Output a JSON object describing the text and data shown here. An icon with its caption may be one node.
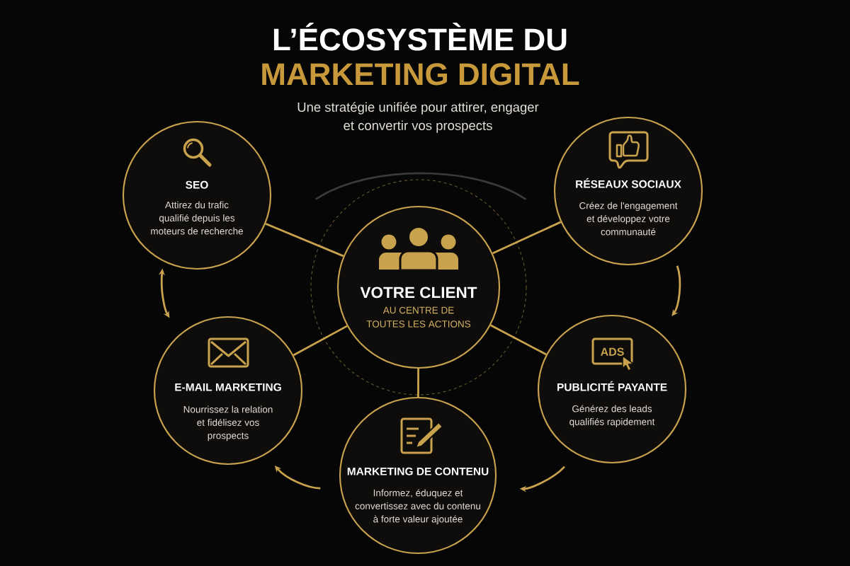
{
  "diagram": {
    "title": "L’ÉCOSYSTÈME DU MARKETING DIGITAL",
    "nodes": [
      {
        "text": [
          "SEO",
          "Attirez du trafic qualifié depuis les moteurs de recherche"
        ]
      },
      {
        "text": [
          "RÉSEAUX SOCIAUX",
          "Créez de l'engagement et développez votre communauté"
        ]
      },
      {
        "text": [
          "VOTRE CLIENT",
          "AU CENTRE DE TOUTES LES ACTIONS"
        ]
      },
      {
        "text": [
          "E-MAIL MARKETING",
          "Nourrissez la relation et fidélisez vos prospects"
        ]
      },
      {
        "text": [
          "ADS",
          "PUBLICITÉ PAYANTE",
          "Générez des leads qualifiés rapidement"
        ]
      },
      {
        "text": [
          "MARKETING DE CONTENU",
          "Informez, éduquez et convertissez avec du contenu à forte valeur ajoutée"
        ]
      }
    ],
    "edges": [
      {
        "from": 2,
        "to": 0,
        "arrow": "none"
      },
      {
        "from": 2,
        "to": 1,
        "arrow": "none"
      },
      {
        "from": 2,
        "to": 3,
        "arrow": "none"
      },
      {
        "from": 2,
        "to": 4,
        "arrow": "none"
      },
      {
        "from": 2,
        "to": 5,
        "arrow": "none"
      },
      {
        "from": 0,
        "to": 3,
        "arrow": "both"
      },
      {
        "from": 1,
        "to": 4,
        "arrow": "to"
      },
      {
        "from": 4,
        "to": 5,
        "arrow": "to"
      },
      {
        "from": 5,
        "to": 3,
        "arrow": "to"
      }
    ],
    "labels": [
      "Une stratégie unifiée pour attirer, engager et convertir vos prospects"
    ]
  }
}
